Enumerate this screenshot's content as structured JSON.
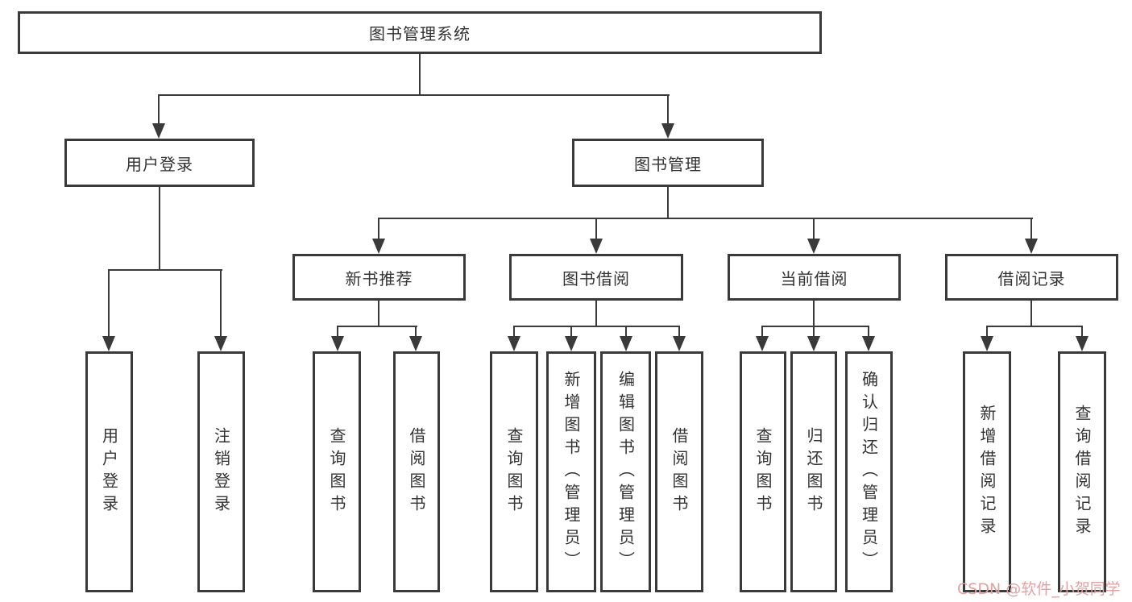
{
  "colors": {
    "line": "#3a3a3a",
    "text": "#333333",
    "box_background": "#ffffff",
    "watermark": "#e2a2a2"
  },
  "watermark": "CSDN @软件_小贺同学",
  "tree": {
    "root": {
      "label": "图书管理系统"
    },
    "user_login": {
      "label": "用户登录",
      "children": [
        {
          "label": "用户登录"
        },
        {
          "label": "注销登录"
        }
      ]
    },
    "book_mgmt": {
      "label": "图书管理",
      "groups": [
        {
          "label": "新书推荐",
          "children": [
            {
              "label": "查询图书"
            },
            {
              "label": "借阅图书"
            }
          ]
        },
        {
          "label": "图书借阅",
          "children": [
            {
              "label": "查询图书"
            },
            {
              "label": "新增图书（管理员）"
            },
            {
              "label": "编辑图书（管理员）"
            },
            {
              "label": "借阅图书"
            }
          ]
        },
        {
          "label": "当前借阅",
          "children": [
            {
              "label": "查询图书"
            },
            {
              "label": "归还图书"
            },
            {
              "label": "确认归还（管理员）"
            }
          ]
        },
        {
          "label": "借阅记录",
          "children": [
            {
              "label": "新增借阅记录"
            },
            {
              "label": "查询借阅记录"
            }
          ]
        }
      ]
    }
  }
}
